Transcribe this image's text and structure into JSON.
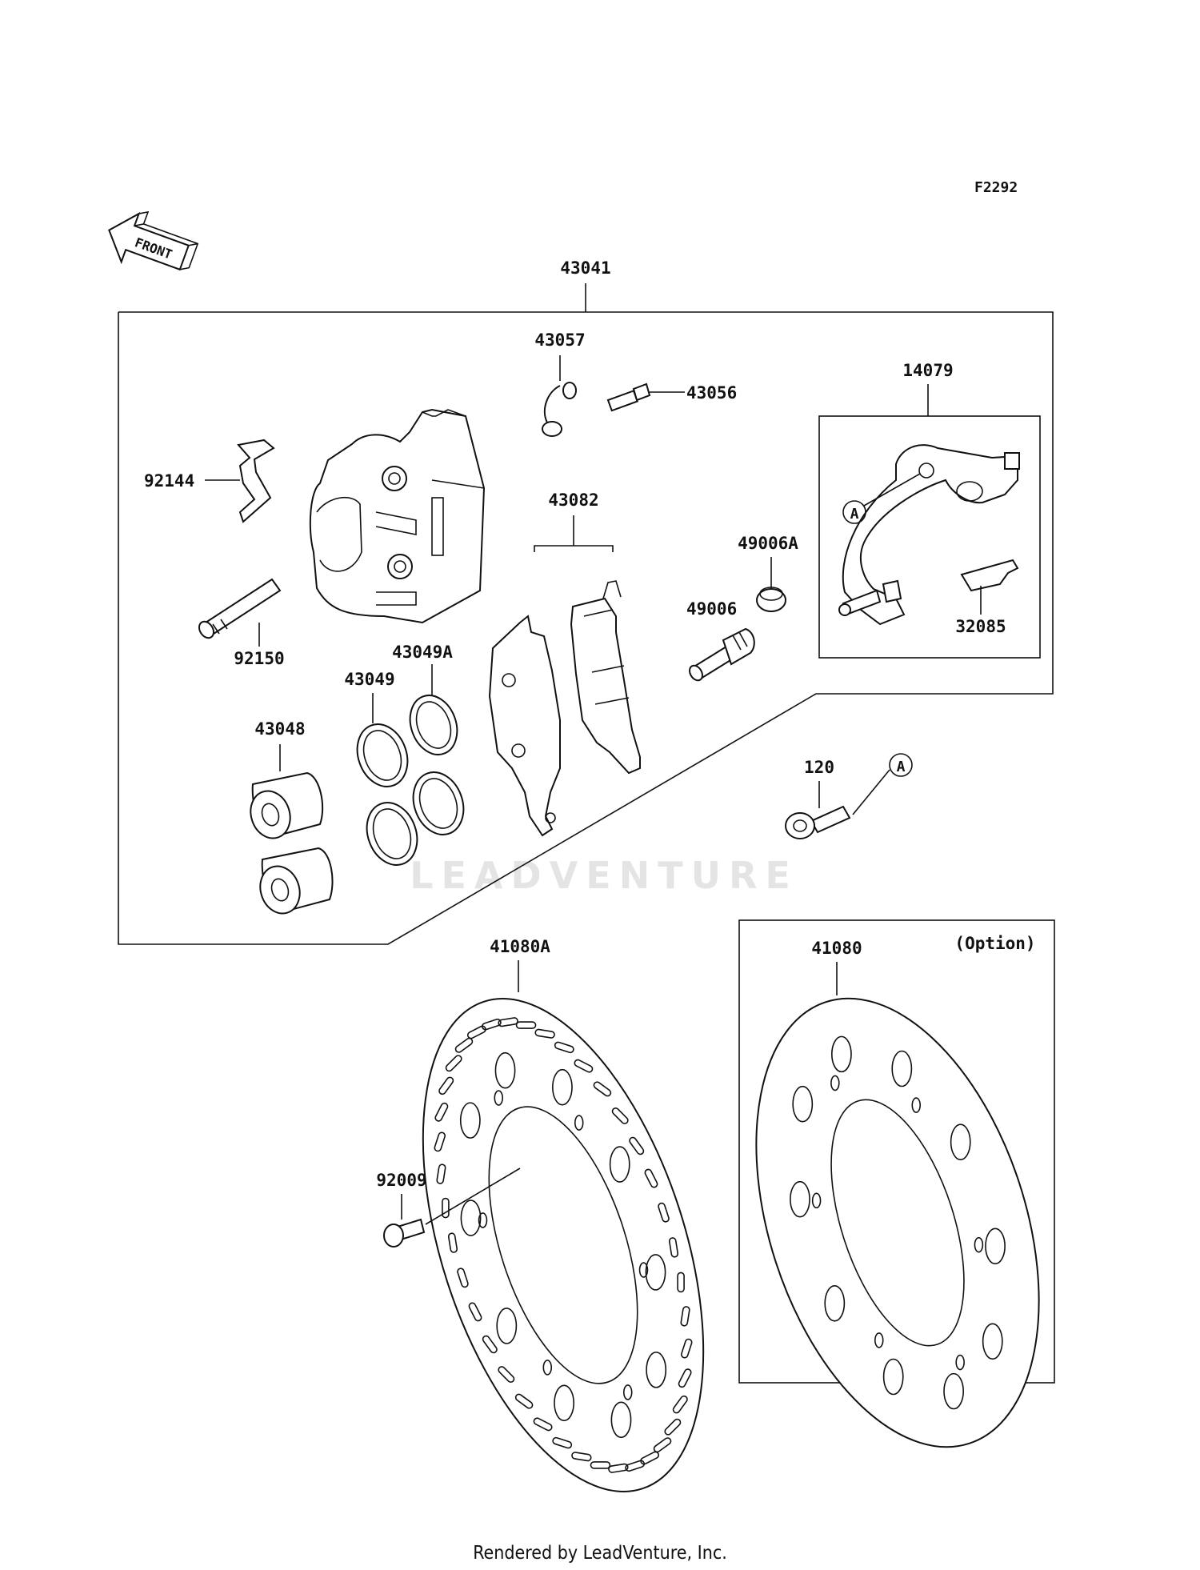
{
  "figure_code": "F2292",
  "front_label": "FRONT",
  "option_label": "(Option)",
  "ref_marker": "A",
  "watermark": "LEADVENTURE",
  "footer": "Rendered by LeadVenture, Inc.",
  "parts": {
    "p43041": "43041",
    "p43057": "43057",
    "p43056": "43056",
    "p14079": "14079",
    "p92144": "92144",
    "p43082": "43082",
    "p49006A": "49006A",
    "p49006": "49006",
    "p32085": "32085",
    "p92150": "92150",
    "p43049A": "43049A",
    "p43049": "43049",
    "p43048": "43048",
    "p120": "120",
    "p41080A": "41080A",
    "p41080": "41080",
    "p92009": "92009"
  }
}
